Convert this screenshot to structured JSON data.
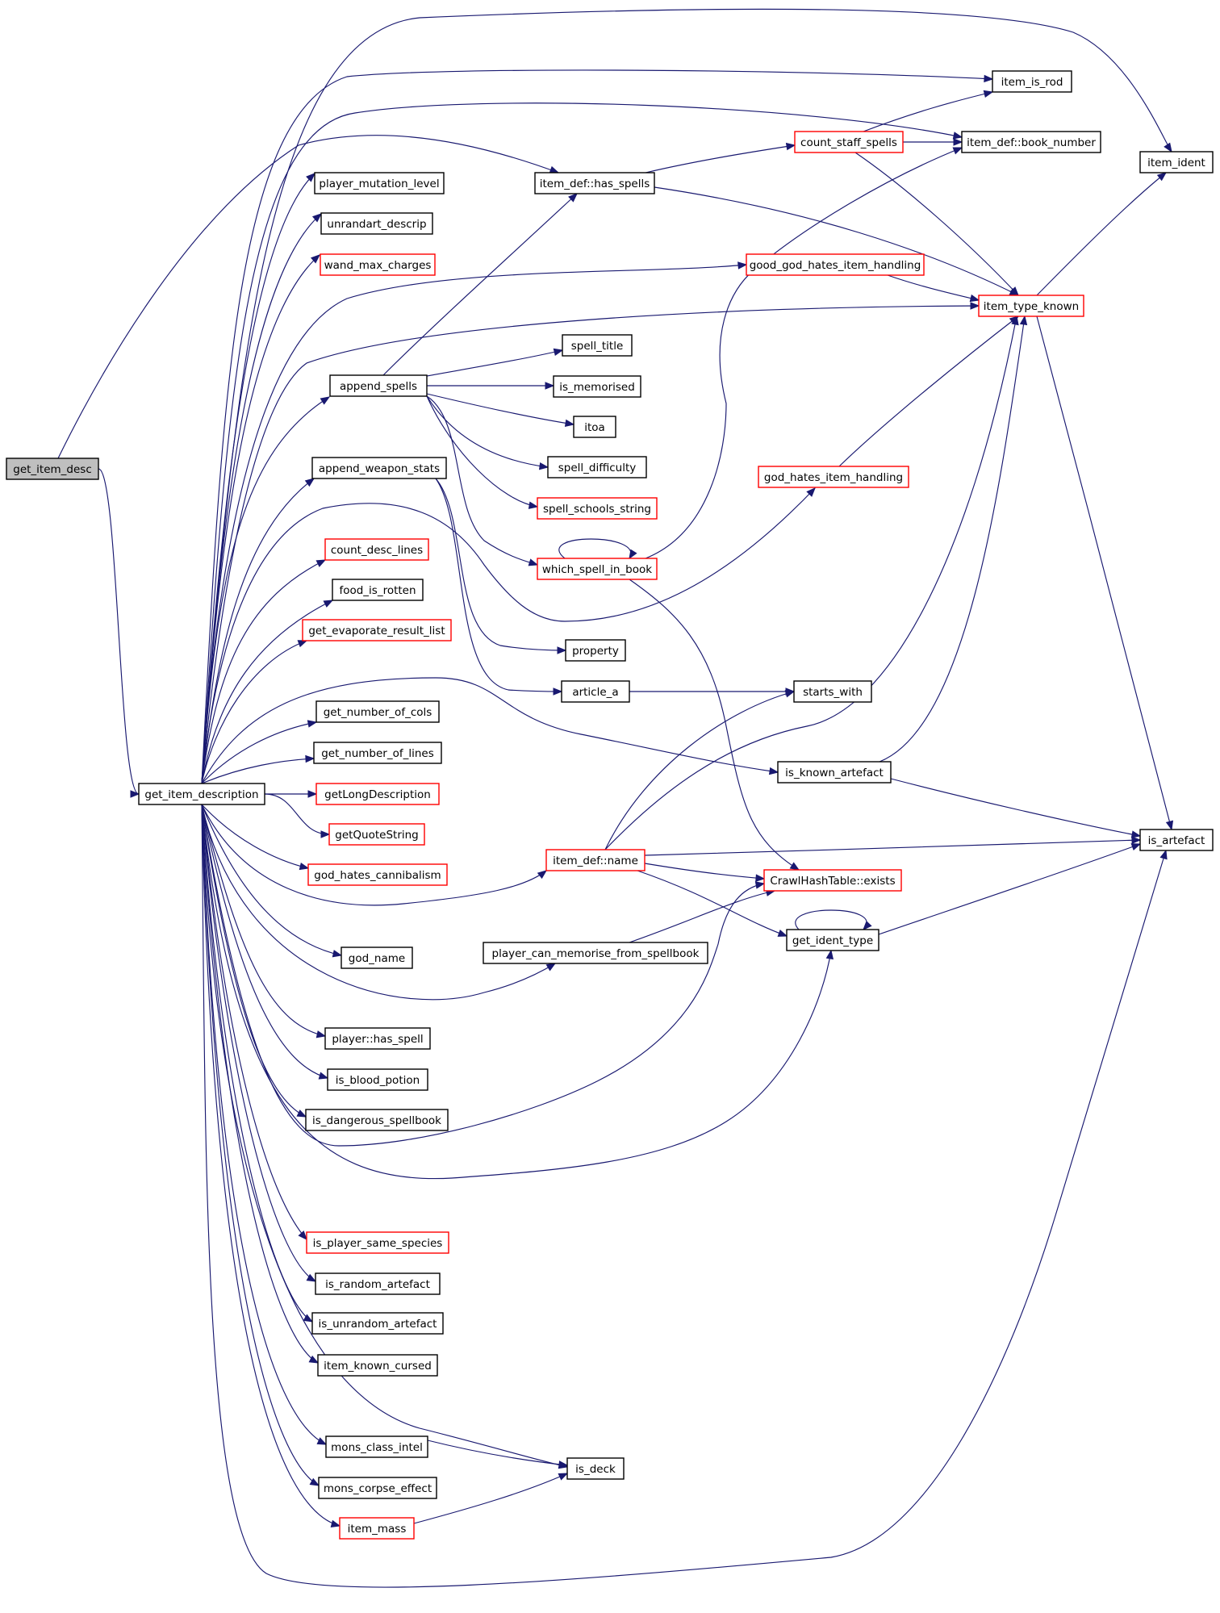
{
  "graph": {
    "nodes": [
      {
        "id": "get_item_desc",
        "label": "get_item_desc",
        "kind": "root"
      },
      {
        "id": "get_item_description",
        "label": "get_item_description",
        "kind": "normal"
      },
      {
        "id": "item_is_rod",
        "label": "item_is_rod",
        "kind": "normal"
      },
      {
        "id": "count_staff_spells",
        "label": "count_staff_spells",
        "kind": "truncated"
      },
      {
        "id": "item_def_book_number",
        "label": "item_def::book_number",
        "kind": "normal"
      },
      {
        "id": "item_ident",
        "label": "item_ident",
        "kind": "normal"
      },
      {
        "id": "player_mutation_level",
        "label": "player_mutation_level",
        "kind": "normal"
      },
      {
        "id": "item_def_has_spells",
        "label": "item_def::has_spells",
        "kind": "normal"
      },
      {
        "id": "unrandart_descrip",
        "label": "unrandart_descrip",
        "kind": "normal"
      },
      {
        "id": "wand_max_charges",
        "label": "wand_max_charges",
        "kind": "truncated"
      },
      {
        "id": "good_god_hates_item_handling",
        "label": "good_god_hates_item_handling",
        "kind": "truncated"
      },
      {
        "id": "item_type_known",
        "label": "item_type_known",
        "kind": "truncated"
      },
      {
        "id": "spell_title",
        "label": "spell_title",
        "kind": "normal"
      },
      {
        "id": "append_spells",
        "label": "append_spells",
        "kind": "normal"
      },
      {
        "id": "is_memorised",
        "label": "is_memorised",
        "kind": "normal"
      },
      {
        "id": "itoa",
        "label": "itoa",
        "kind": "normal"
      },
      {
        "id": "spell_difficulty",
        "label": "spell_difficulty",
        "kind": "normal"
      },
      {
        "id": "append_weapon_stats",
        "label": "append_weapon_stats",
        "kind": "normal"
      },
      {
        "id": "god_hates_item_handling",
        "label": "god_hates_item_handling",
        "kind": "truncated"
      },
      {
        "id": "spell_schools_string",
        "label": "spell_schools_string",
        "kind": "truncated"
      },
      {
        "id": "count_desc_lines",
        "label": "count_desc_lines",
        "kind": "truncated"
      },
      {
        "id": "which_spell_in_book",
        "label": "which_spell_in_book",
        "kind": "truncated"
      },
      {
        "id": "food_is_rotten",
        "label": "food_is_rotten",
        "kind": "normal"
      },
      {
        "id": "get_evaporate_result_list",
        "label": "get_evaporate_result_list",
        "kind": "truncated"
      },
      {
        "id": "property",
        "label": "property",
        "kind": "normal"
      },
      {
        "id": "article_a",
        "label": "article_a",
        "kind": "normal"
      },
      {
        "id": "starts_with",
        "label": "starts_with",
        "kind": "normal"
      },
      {
        "id": "get_number_of_cols",
        "label": "get_number_of_cols",
        "kind": "normal"
      },
      {
        "id": "get_number_of_lines",
        "label": "get_number_of_lines",
        "kind": "normal"
      },
      {
        "id": "is_known_artefact",
        "label": "is_known_artefact",
        "kind": "normal"
      },
      {
        "id": "getLongDescription",
        "label": "getLongDescription",
        "kind": "truncated"
      },
      {
        "id": "getQuoteString",
        "label": "getQuoteString",
        "kind": "truncated"
      },
      {
        "id": "is_artefact",
        "label": "is_artefact",
        "kind": "normal"
      },
      {
        "id": "item_def_name",
        "label": "item_def::name",
        "kind": "truncated"
      },
      {
        "id": "god_hates_cannibalism",
        "label": "god_hates_cannibalism",
        "kind": "truncated"
      },
      {
        "id": "CrawlHashTable_exists",
        "label": "CrawlHashTable::exists",
        "kind": "truncated"
      },
      {
        "id": "get_ident_type",
        "label": "get_ident_type",
        "kind": "normal"
      },
      {
        "id": "player_can_memorise_from_spellbook",
        "label": "player_can_memorise_from_spellbook",
        "kind": "normal"
      },
      {
        "id": "god_name",
        "label": "god_name",
        "kind": "normal"
      },
      {
        "id": "player_has_spell",
        "label": "player::has_spell",
        "kind": "normal"
      },
      {
        "id": "is_blood_potion",
        "label": "is_blood_potion",
        "kind": "normal"
      },
      {
        "id": "is_dangerous_spellbook",
        "label": "is_dangerous_spellbook",
        "kind": "normal"
      },
      {
        "id": "is_player_same_species",
        "label": "is_player_same_species",
        "kind": "truncated"
      },
      {
        "id": "is_random_artefact",
        "label": "is_random_artefact",
        "kind": "normal"
      },
      {
        "id": "is_unrandom_artefact",
        "label": "is_unrandom_artefact",
        "kind": "normal"
      },
      {
        "id": "item_known_cursed",
        "label": "item_known_cursed",
        "kind": "normal"
      },
      {
        "id": "mons_class_intel",
        "label": "mons_class_intel",
        "kind": "normal"
      },
      {
        "id": "is_deck",
        "label": "is_deck",
        "kind": "normal"
      },
      {
        "id": "mons_corpse_effect",
        "label": "mons_corpse_effect",
        "kind": "normal"
      },
      {
        "id": "item_mass",
        "label": "item_mass",
        "kind": "truncated"
      }
    ],
    "edges": [
      [
        "get_item_desc",
        "get_item_description"
      ],
      [
        "get_item_desc",
        "item_def_has_spells"
      ],
      [
        "get_item_description",
        "item_ident"
      ],
      [
        "get_item_description",
        "item_is_rod"
      ],
      [
        "get_item_description",
        "item_def_book_number"
      ],
      [
        "get_item_description",
        "player_mutation_level"
      ],
      [
        "get_item_description",
        "unrandart_descrip"
      ],
      [
        "get_item_description",
        "wand_max_charges"
      ],
      [
        "get_item_description",
        "good_god_hates_item_handling"
      ],
      [
        "get_item_description",
        "item_type_known"
      ],
      [
        "get_item_description",
        "append_spells"
      ],
      [
        "get_item_description",
        "append_weapon_stats"
      ],
      [
        "get_item_description",
        "god_hates_item_handling"
      ],
      [
        "get_item_description",
        "count_desc_lines"
      ],
      [
        "get_item_description",
        "food_is_rotten"
      ],
      [
        "get_item_description",
        "get_evaporate_result_list"
      ],
      [
        "get_item_description",
        "is_known_artefact"
      ],
      [
        "get_item_description",
        "get_number_of_cols"
      ],
      [
        "get_item_description",
        "get_number_of_lines"
      ],
      [
        "get_item_description",
        "getLongDescription"
      ],
      [
        "get_item_description",
        "getQuoteString"
      ],
      [
        "get_item_description",
        "god_hates_cannibalism"
      ],
      [
        "get_item_description",
        "item_def_name"
      ],
      [
        "get_item_description",
        "god_name"
      ],
      [
        "get_item_description",
        "player_can_memorise_from_spellbook"
      ],
      [
        "get_item_description",
        "CrawlHashTable_exists"
      ],
      [
        "get_item_description",
        "get_ident_type"
      ],
      [
        "get_item_description",
        "player_has_spell"
      ],
      [
        "get_item_description",
        "is_blood_potion"
      ],
      [
        "get_item_description",
        "is_dangerous_spellbook"
      ],
      [
        "get_item_description",
        "is_player_same_species"
      ],
      [
        "get_item_description",
        "is_random_artefact"
      ],
      [
        "get_item_description",
        "is_unrandom_artefact"
      ],
      [
        "get_item_description",
        "item_known_cursed"
      ],
      [
        "get_item_description",
        "is_deck"
      ],
      [
        "get_item_description",
        "mons_class_intel"
      ],
      [
        "get_item_description",
        "mons_corpse_effect"
      ],
      [
        "get_item_description",
        "item_mass"
      ],
      [
        "get_item_description",
        "is_artefact"
      ],
      [
        "item_def_has_spells",
        "count_staff_spells"
      ],
      [
        "item_def_has_spells",
        "item_type_known"
      ],
      [
        "count_staff_spells",
        "item_is_rod"
      ],
      [
        "count_staff_spells",
        "item_def_book_number"
      ],
      [
        "count_staff_spells",
        "item_type_known"
      ],
      [
        "good_god_hates_item_handling",
        "item_type_known"
      ],
      [
        "god_hates_item_handling",
        "item_type_known"
      ],
      [
        "item_type_known",
        "item_ident"
      ],
      [
        "item_type_known",
        "is_artefact"
      ],
      [
        "append_spells",
        "item_def_has_spells"
      ],
      [
        "append_spells",
        "spell_title"
      ],
      [
        "append_spells",
        "is_memorised"
      ],
      [
        "append_spells",
        "itoa"
      ],
      [
        "append_spells",
        "spell_difficulty"
      ],
      [
        "append_spells",
        "spell_schools_string"
      ],
      [
        "append_spells",
        "which_spell_in_book"
      ],
      [
        "append_weapon_stats",
        "property"
      ],
      [
        "append_weapon_stats",
        "article_a"
      ],
      [
        "which_spell_in_book",
        "which_spell_in_book"
      ],
      [
        "which_spell_in_book",
        "item_def_book_number"
      ],
      [
        "which_spell_in_book",
        "CrawlHashTable_exists"
      ],
      [
        "article_a",
        "starts_with"
      ],
      [
        "is_known_artefact",
        "item_type_known"
      ],
      [
        "is_known_artefact",
        "is_artefact"
      ],
      [
        "item_def_name",
        "starts_with"
      ],
      [
        "item_def_name",
        "item_type_known"
      ],
      [
        "item_def_name",
        "is_artefact"
      ],
      [
        "item_def_name",
        "CrawlHashTable_exists"
      ],
      [
        "item_def_name",
        "get_ident_type"
      ],
      [
        "player_can_memorise_from_spellbook",
        "CrawlHashTable_exists"
      ],
      [
        "get_ident_type",
        "get_ident_type"
      ],
      [
        "get_ident_type",
        "is_artefact"
      ],
      [
        "mons_class_intel",
        "is_deck"
      ],
      [
        "item_mass",
        "is_deck"
      ]
    ]
  },
  "colors": {
    "edge": "#191970",
    "root_fill": "#bfbfbf",
    "node_border": "#000000",
    "truncated_border": "#ff0000"
  }
}
